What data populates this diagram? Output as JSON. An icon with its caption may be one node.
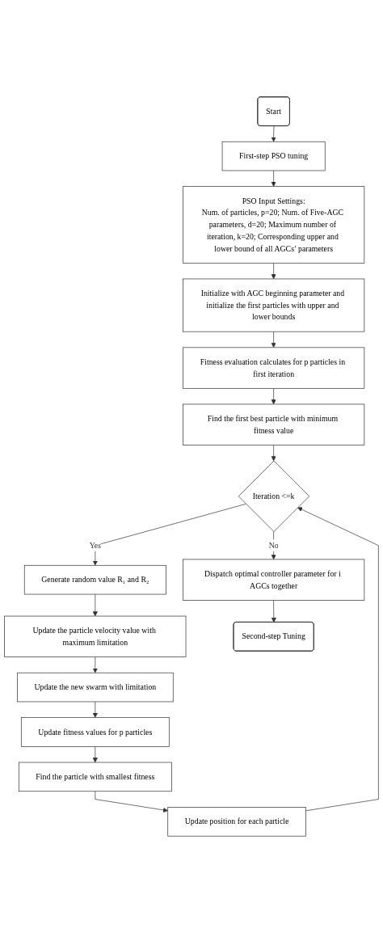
{
  "diagram": {
    "nodes": [
      {
        "text": [
          "Start"
        ]
      },
      {
        "text": [
          "First-step PSO tuning"
        ]
      },
      {
        "text": [
          "PSO Input Settings:",
          "Num. of particles, p=20; Num. of Five-AGC parameters, d=20; Maximum number of iteration, k=20; Corresponding upper and lower bound of all AGCs’ parameters"
        ]
      },
      {
        "text": [
          "Initialize with AGC beginning parameter and initialize the first particles with upper and lower bounds"
        ]
      },
      {
        "text": [
          "Fitness evaluation calculates for p particles in first iteration"
        ]
      },
      {
        "text": [
          "Find the first best particle with minimum fitness value"
        ]
      },
      {
        "text": [
          "Iteration <=k"
        ]
      },
      {
        "text": [
          "Generate random value R₁ and R₂"
        ]
      },
      {
        "text": [
          "Update the particle velocity value with maximum limitation"
        ]
      },
      {
        "text": [
          "Update the new swarm with limitation"
        ]
      },
      {
        "text": [
          "Update fitness values for p particles"
        ]
      },
      {
        "text": [
          "Find the particle with smallest fitness"
        ]
      },
      {
        "text": [
          "Update position for each particle"
        ]
      },
      {
        "text": [
          "Dispatch optimal controller parameter for i AGCs together"
        ]
      },
      {
        "text": [
          "Second-step Tuning"
        ]
      }
    ],
    "edges": [
      {
        "from": 0,
        "to": 1,
        "arrow": "to"
      },
      {
        "from": 1,
        "to": 2,
        "arrow": "to"
      },
      {
        "from": 2,
        "to": 3,
        "arrow": "to"
      },
      {
        "from": 3,
        "to": 4,
        "arrow": "to"
      },
      {
        "from": 4,
        "to": 5,
        "arrow": "to"
      },
      {
        "from": 5,
        "to": 6,
        "arrow": "to"
      },
      {
        "from": 6,
        "to": 7,
        "label": "Yes",
        "arrow": "to"
      },
      {
        "from": 7,
        "to": 8,
        "arrow": "to"
      },
      {
        "from": 8,
        "to": 9,
        "arrow": "to"
      },
      {
        "from": 9,
        "to": 10,
        "arrow": "to"
      },
      {
        "from": 10,
        "to": 11,
        "arrow": "to"
      },
      {
        "from": 11,
        "to": 12,
        "arrow": "to"
      },
      {
        "from": 12,
        "to": 6,
        "arrow": "to"
      },
      {
        "from": 6,
        "to": 13,
        "label": "No",
        "arrow": "to"
      },
      {
        "from": 13,
        "to": 14,
        "arrow": "to"
      }
    ]
  }
}
